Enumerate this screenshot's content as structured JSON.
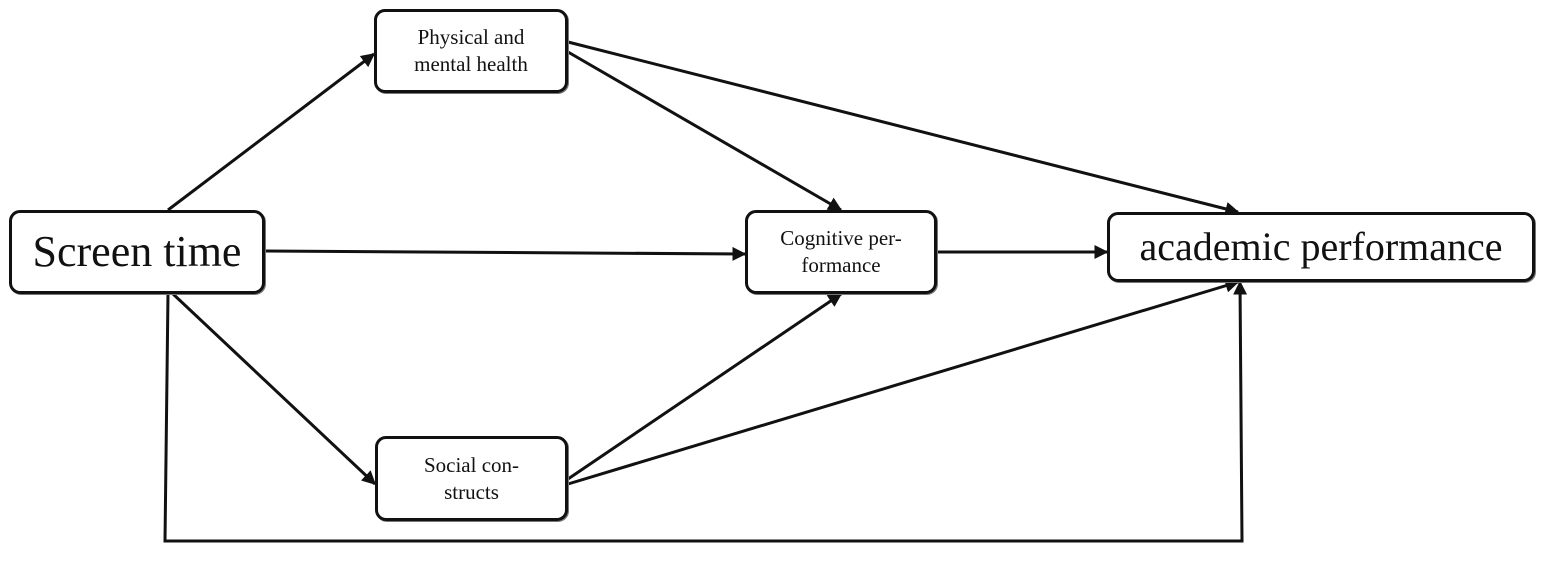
{
  "diagram": {
    "nodes": {
      "screen_time": "Screen time",
      "physical_mental_health": "Physical and\nmental health",
      "cognitive_performance": "Cognitive per-\nformance",
      "social_constructs": "Social con-\nstructs",
      "academic_performance": "academic performance"
    },
    "edges": [
      {
        "from": "screen_time",
        "to": "physical_mental_health"
      },
      {
        "from": "screen_time",
        "to": "cognitive_performance"
      },
      {
        "from": "screen_time",
        "to": "social_constructs"
      },
      {
        "from": "screen_time",
        "to": "academic_performance"
      },
      {
        "from": "physical_mental_health",
        "to": "cognitive_performance"
      },
      {
        "from": "physical_mental_health",
        "to": "academic_performance"
      },
      {
        "from": "social_constructs",
        "to": "cognitive_performance"
      },
      {
        "from": "social_constructs",
        "to": "academic_performance"
      },
      {
        "from": "cognitive_performance",
        "to": "academic_performance"
      }
    ],
    "line_color": "#111111"
  }
}
